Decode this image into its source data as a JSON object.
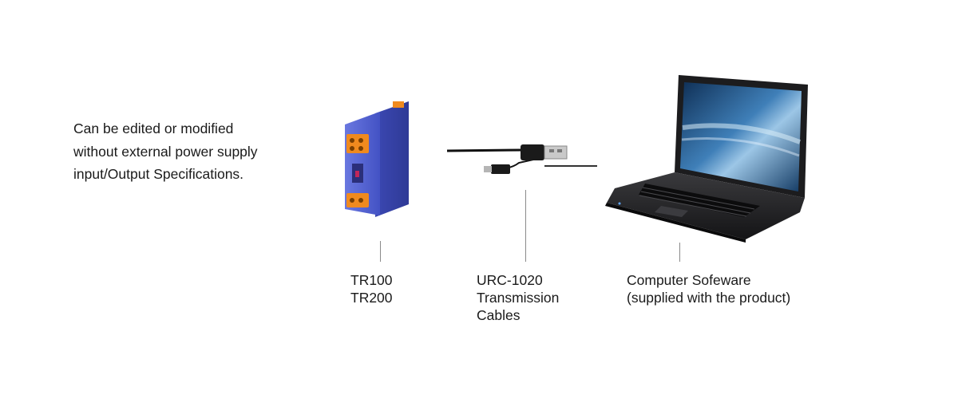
{
  "description": {
    "lines": [
      "Can be edited or modified",
      "without external power supply",
      "input/Output Specifications."
    ]
  },
  "components": [
    {
      "id": "device",
      "lines": [
        "TR100",
        "TR200"
      ]
    },
    {
      "id": "cable",
      "lines": [
        "URC-1020",
        "Transmission",
        "Cables"
      ]
    },
    {
      "id": "computer",
      "lines": [
        "Computer Sofeware",
        "(supplied with the product)"
      ]
    }
  ],
  "colors": {
    "device_body": "#4f5fd0",
    "device_terminal": "#f08a1e",
    "cable": "#111111",
    "laptop_body": "#2a2a2c",
    "screen": "#1f4e78"
  }
}
